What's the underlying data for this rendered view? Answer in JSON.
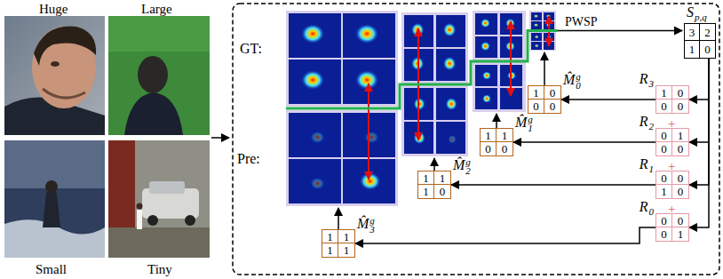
{
  "diagram": {
    "nodes": [
      {
        "text": [
          "S",
          "p,q",
          "3",
          "2",
          "1",
          "0"
        ]
      },
      {
        "text": [
          "R",
          "3",
          "1",
          "0",
          "0",
          "0"
        ]
      },
      {
        "text": [
          "R",
          "2",
          "0",
          "1",
          "0",
          "0"
        ]
      },
      {
        "text": [
          "R",
          "1",
          "0",
          "0",
          "1",
          "0"
        ]
      },
      {
        "text": [
          "R",
          "0",
          "0",
          "0",
          "0",
          "1"
        ]
      },
      {
        "text": [
          "M̂",
          "0",
          "g",
          "1",
          "0",
          "0",
          "0"
        ]
      },
      {
        "text": [
          "M̂",
          "1",
          "g",
          "1",
          "1",
          "0",
          "0"
        ]
      },
      {
        "text": [
          "M̂",
          "2",
          "g",
          "1",
          "1",
          "1",
          "0"
        ]
      },
      {
        "text": [
          "M̂",
          "3",
          "g",
          "1",
          "1",
          "1",
          "1"
        ]
      }
    ],
    "edges": [
      {
        "from": 0,
        "to": 1,
        "arrow": "to"
      },
      {
        "from": 0,
        "to": 2,
        "arrow": "to"
      },
      {
        "from": 0,
        "to": 3,
        "arrow": "to"
      },
      {
        "from": 0,
        "to": 4,
        "arrow": "to"
      },
      {
        "from": 1,
        "to": 5,
        "arrow": "to"
      },
      {
        "from": 2,
        "to": 6,
        "arrow": "to"
      },
      {
        "from": 3,
        "to": 7,
        "arrow": "to"
      },
      {
        "from": 4,
        "to": 8,
        "arrow": "to"
      }
    ],
    "labels": [
      "Huge",
      "Large",
      "Small",
      "Tiny",
      "GT:",
      "Pre:",
      "PWSP",
      "+",
      "+",
      "+"
    ]
  }
}
